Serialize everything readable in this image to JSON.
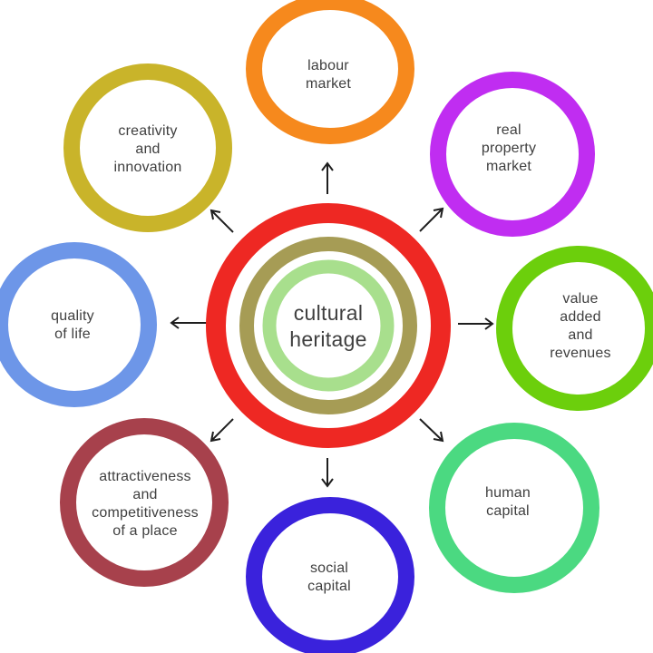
{
  "diagram": {
    "title": "cultural heritage",
    "background": "#ffffff",
    "text_color": "#3f3f3f",
    "arrow_color": "#1e1e1e",
    "center": {
      "label": "cultural\nheritage",
      "rings": [
        {
          "name": "outer",
          "color": "#ee2823"
        },
        {
          "name": "middle",
          "color": "#a69c55"
        },
        {
          "name": "inner",
          "color": "#a8df8d"
        }
      ]
    },
    "nodes": [
      {
        "id": "labour-market",
        "position": "top",
        "label": "labour\nmarket",
        "color": "#f6891d"
      },
      {
        "id": "real-property-market",
        "position": "top-right",
        "label": "real\nproperty\nmarket",
        "color": "#c02df1"
      },
      {
        "id": "value-added-and-revenues",
        "position": "right",
        "label": "value added\nand\nrevenues",
        "color": "#6ccf0c"
      },
      {
        "id": "human-capital",
        "position": "bottom-right",
        "label": "human\ncapital",
        "color": "#4bd981"
      },
      {
        "id": "social-capital",
        "position": "bottom",
        "label": "social\ncapital",
        "color": "#3a22dc"
      },
      {
        "id": "attractiveness-and-competitiveness-of-a-place",
        "position": "bottom-left",
        "label": "attractiveness\nand\ncompetitiveness\nof a place",
        "color": "#a7414c"
      },
      {
        "id": "quality-of-life",
        "position": "left",
        "label": "quality\nof life",
        "color": "#6d96e8"
      },
      {
        "id": "creativity-and-innovation",
        "position": "top-left",
        "label": "creativity\nand\ninnovation",
        "color": "#c9b42a"
      }
    ]
  }
}
